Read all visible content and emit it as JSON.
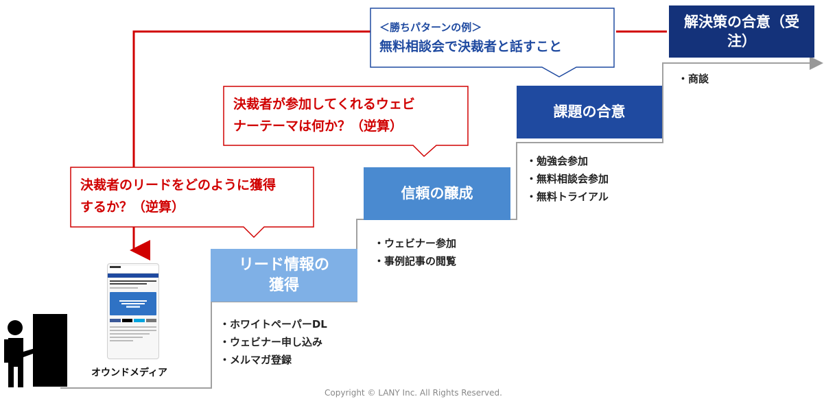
{
  "steps": [
    {
      "label": "リード情報の獲得",
      "color": "#7fb0e6"
    },
    {
      "label": "信頼の醸成",
      "color": "#4a8ad0"
    },
    {
      "label": "課題の合意",
      "color": "#1f4aa0"
    },
    {
      "label_line1": "解決策の合意（受",
      "label_line2": "注）",
      "color": "#14327a"
    }
  ],
  "bullets": {
    "lead": [
      "・ホワイトペーパーDL",
      "・ウェビナー申し込み",
      "・メルマガ登録"
    ],
    "trust": [
      "・ウェビナー参加",
      "・事例記事の閲覧"
    ],
    "issue": [
      "・勉強会参加",
      "・無料相談会参加",
      "・無料トライアル"
    ],
    "solution": [
      "・商談"
    ]
  },
  "callouts": {
    "lead_question": {
      "line1": "決裁者のリードをどのように獲得",
      "line2": "するか？（逆算）"
    },
    "webinar_question": {
      "line1": "決裁者が参加してくれるウェビ",
      "line2": "ナーテーマは何か？（逆算）"
    },
    "win_pattern": {
      "line1": "＜勝ちパターンの例＞",
      "line2": "無料相談会で決裁者と話すこと"
    }
  },
  "media_label": "オウンドメディア",
  "copyright": "Copyright © LANY Inc. All Rights Reserved.",
  "colors": {
    "red": "#d00000",
    "accent_blue": "#1f4aa0",
    "line_gray": "#999999"
  }
}
